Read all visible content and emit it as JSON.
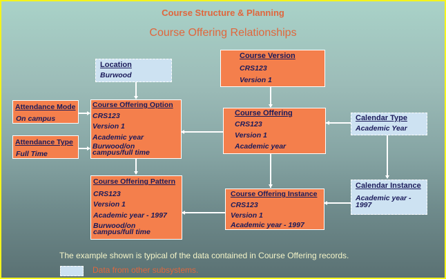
{
  "header": {
    "subtitle": "Course Structure & Planning",
    "title": "Course Offering Relationships"
  },
  "colors": {
    "frame_border": "#f4f41c",
    "entity_fill": "#f47f4c",
    "external_fill": "#cde2f2",
    "text_dark": "#1a1a5a",
    "title_accent": "#e0663c"
  },
  "entities": {
    "location": {
      "title": "Location",
      "lines": [
        "Burwood"
      ],
      "external": true
    },
    "course_version": {
      "title": "Course Version",
      "lines": [
        "CRS123",
        "Version 1"
      ],
      "external": false
    },
    "attendance_mode": {
      "title": "Attendance Mode",
      "lines": [
        "On campus"
      ],
      "external": false
    },
    "course_offering_option": {
      "title": "Course Offering Option",
      "lines": [
        "CRS123",
        "Version 1",
        "Academic year",
        "Burwood/on",
        "campus/full time"
      ],
      "external": false
    },
    "attendance_type": {
      "title": "Attendance Type",
      "lines": [
        "Full Time"
      ],
      "external": false
    },
    "course_offering": {
      "title": "Course Offering",
      "lines": [
        "CRS123",
        "Version 1",
        "Academic year"
      ],
      "external": false
    },
    "calendar_type": {
      "title": "Calendar Type",
      "lines": [
        "Academic Year"
      ],
      "external": true
    },
    "course_offering_pattern": {
      "title": "Course Offering Pattern",
      "lines": [
        "CRS123",
        "Version 1",
        "Academic year - 1997",
        "Burwood/on",
        "campus/full time"
      ],
      "external": false
    },
    "course_offering_instance": {
      "title": "Course Offering Instance",
      "lines": [
        "CRS123",
        "Version 1",
        "Academic year - 1997"
      ],
      "external": false
    },
    "calendar_instance": {
      "title": "Calendar Instance",
      "lines": [
        "Academic year -",
        "1997"
      ],
      "external": true
    }
  },
  "relationships": [
    {
      "from": "Location",
      "to": "Course Offering Option"
    },
    {
      "from": "Attendance Mode",
      "to": "Course Offering Option"
    },
    {
      "from": "Attendance Type",
      "to": "Course Offering Option"
    },
    {
      "from": "Course Offering",
      "to": "Course Offering Option"
    },
    {
      "from": "Course Version",
      "to": "Course Offering"
    },
    {
      "from": "Calendar Type",
      "to": "Course Offering"
    },
    {
      "from": "Calendar Type",
      "to": "Calendar Instance"
    },
    {
      "from": "Course Offering Option",
      "to": "Course Offering Pattern"
    },
    {
      "from": "Course Offering",
      "to": "Course Offering Instance"
    },
    {
      "from": "Calendar Instance",
      "to": "Course Offering Instance"
    },
    {
      "from": "Course Offering Instance",
      "to": "Course Offering Pattern"
    }
  ],
  "footer": {
    "note": "The example shown is typical of the data contained in Course Offering records.",
    "legend_label": "Data from other subsystems."
  }
}
